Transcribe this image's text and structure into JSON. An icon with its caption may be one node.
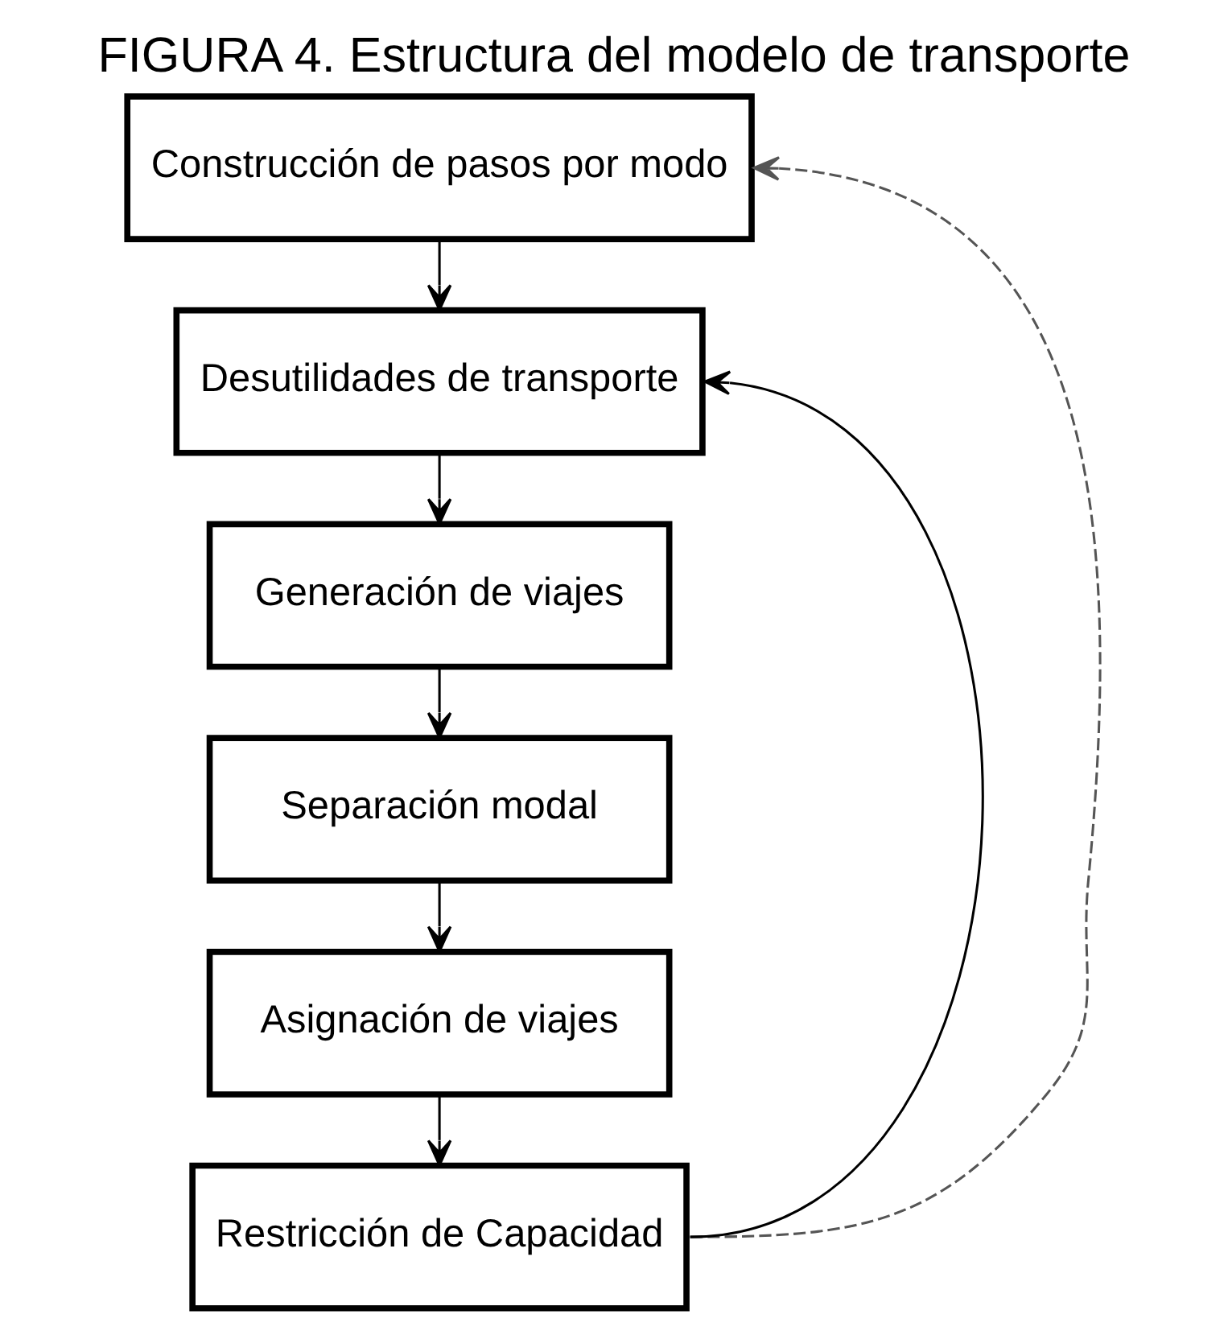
{
  "diagram": {
    "title": "FIGURA 4. Estructura del modelo de transporte",
    "nodes": [
      {
        "text": [
          "Construcción de pasos por modo"
        ]
      },
      {
        "text": [
          "Desutilidades de transporte"
        ]
      },
      {
        "text": [
          "Generación de viajes"
        ]
      },
      {
        "text": [
          "Separación modal"
        ]
      },
      {
        "text": [
          "Asignación de viajes"
        ]
      },
      {
        "text": [
          "Restricción de Capacidad"
        ]
      }
    ],
    "edges": [
      {
        "from": 0,
        "to": 1,
        "arrow": "to"
      },
      {
        "from": 1,
        "to": 2,
        "arrow": "to"
      },
      {
        "from": 2,
        "to": 3,
        "arrow": "to"
      },
      {
        "from": 3,
        "to": 4,
        "arrow": "to"
      },
      {
        "from": 4,
        "to": 5,
        "arrow": "to"
      },
      {
        "from": 5,
        "to": 1,
        "arrow": "to"
      },
      {
        "from": 5,
        "to": 0,
        "arrow": "to",
        "style": "dashed",
        "color": "#555555"
      }
    ]
  }
}
